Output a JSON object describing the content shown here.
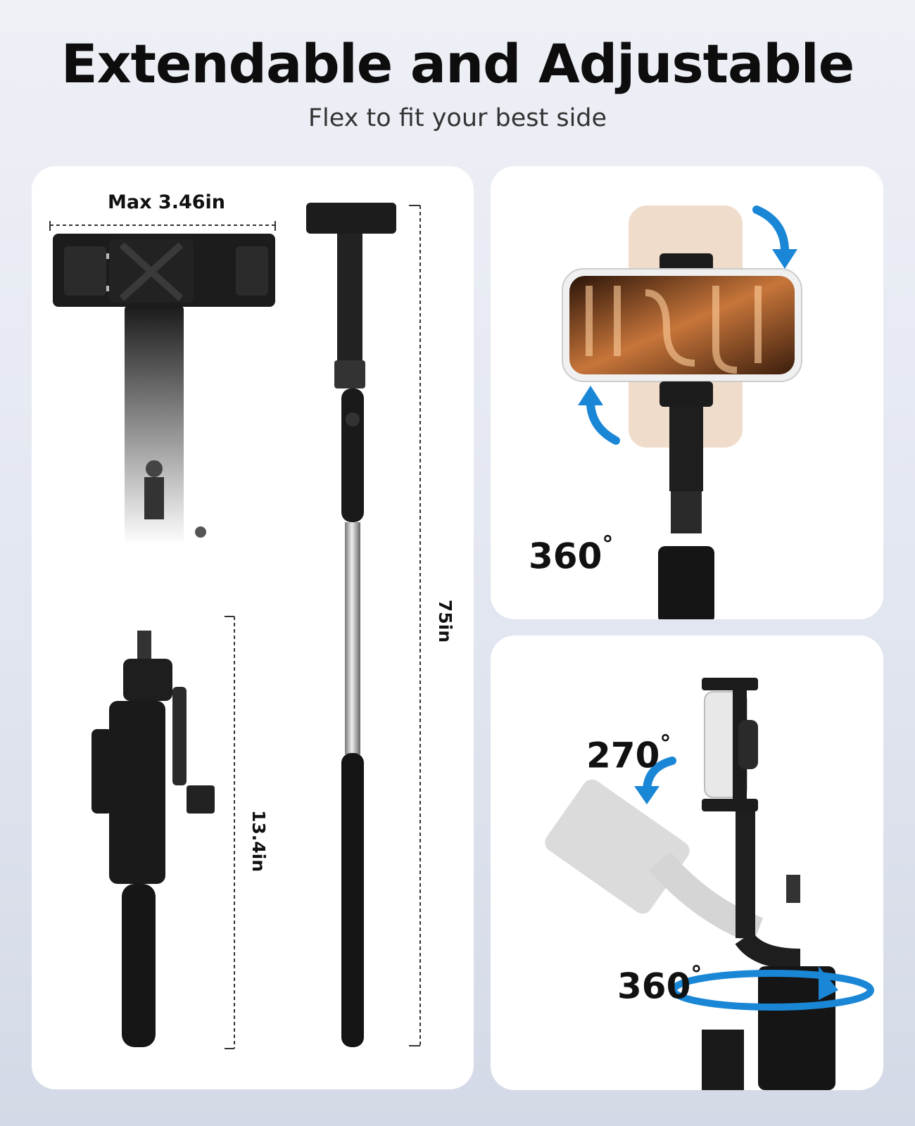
{
  "header": {
    "title": "Extendable and Adjustable",
    "subtitle": "Flex to fit your best side"
  },
  "dimensions": {
    "clamp_width": "Max 3.46in",
    "extended_length": "75in",
    "folded_length": "13.4in"
  },
  "rotation": {
    "portrait_landscape": {
      "value": "360",
      "unit": "°"
    },
    "tilt": {
      "value": "270",
      "unit": "°"
    },
    "base_swivel": {
      "value": "360",
      "unit": "°"
    }
  },
  "colors": {
    "arrow_blue": "#1a86d6",
    "device_black": "#161616",
    "panel_bg": "#ffffff"
  },
  "icons": [
    "rotate-arrow-icon",
    "curved-arrow-icon",
    "swivel-ring-icon"
  ]
}
